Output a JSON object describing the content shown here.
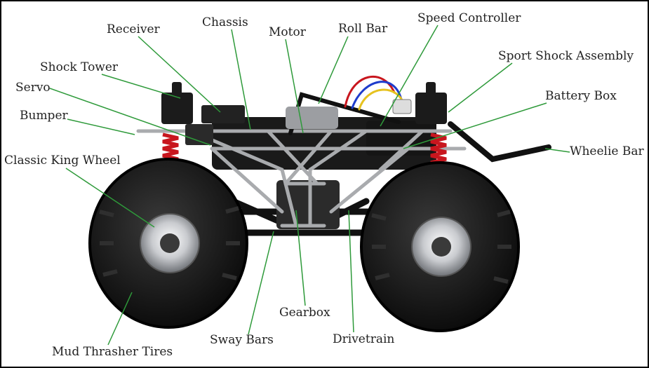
{
  "labels": {
    "receiver": "Receiver",
    "chassis": "Chassis",
    "motor": "Motor",
    "roll_bar": "Roll Bar",
    "speed_controller": "Speed Controller",
    "shock_tower": "Shock Tower",
    "sport_shock_assembly": "Sport Shock Assembly",
    "servo": "Servo",
    "battery_box": "Battery Box",
    "bumper": "Bumper",
    "wheelie_bar": "Wheelie Bar",
    "classic_king_wheel": "Classic King Wheel",
    "gearbox": "Gearbox",
    "sway_bars": "Sway Bars",
    "drivetrain": "Drivetrain",
    "mud_thrasher_tires": "Mud Thrasher Tires"
  },
  "colors": {
    "leader_line": "#2e9a3a",
    "text": "#222222",
    "spring": "#c8161e",
    "tire": "#1c1c1c",
    "frame": "#a9abae"
  }
}
